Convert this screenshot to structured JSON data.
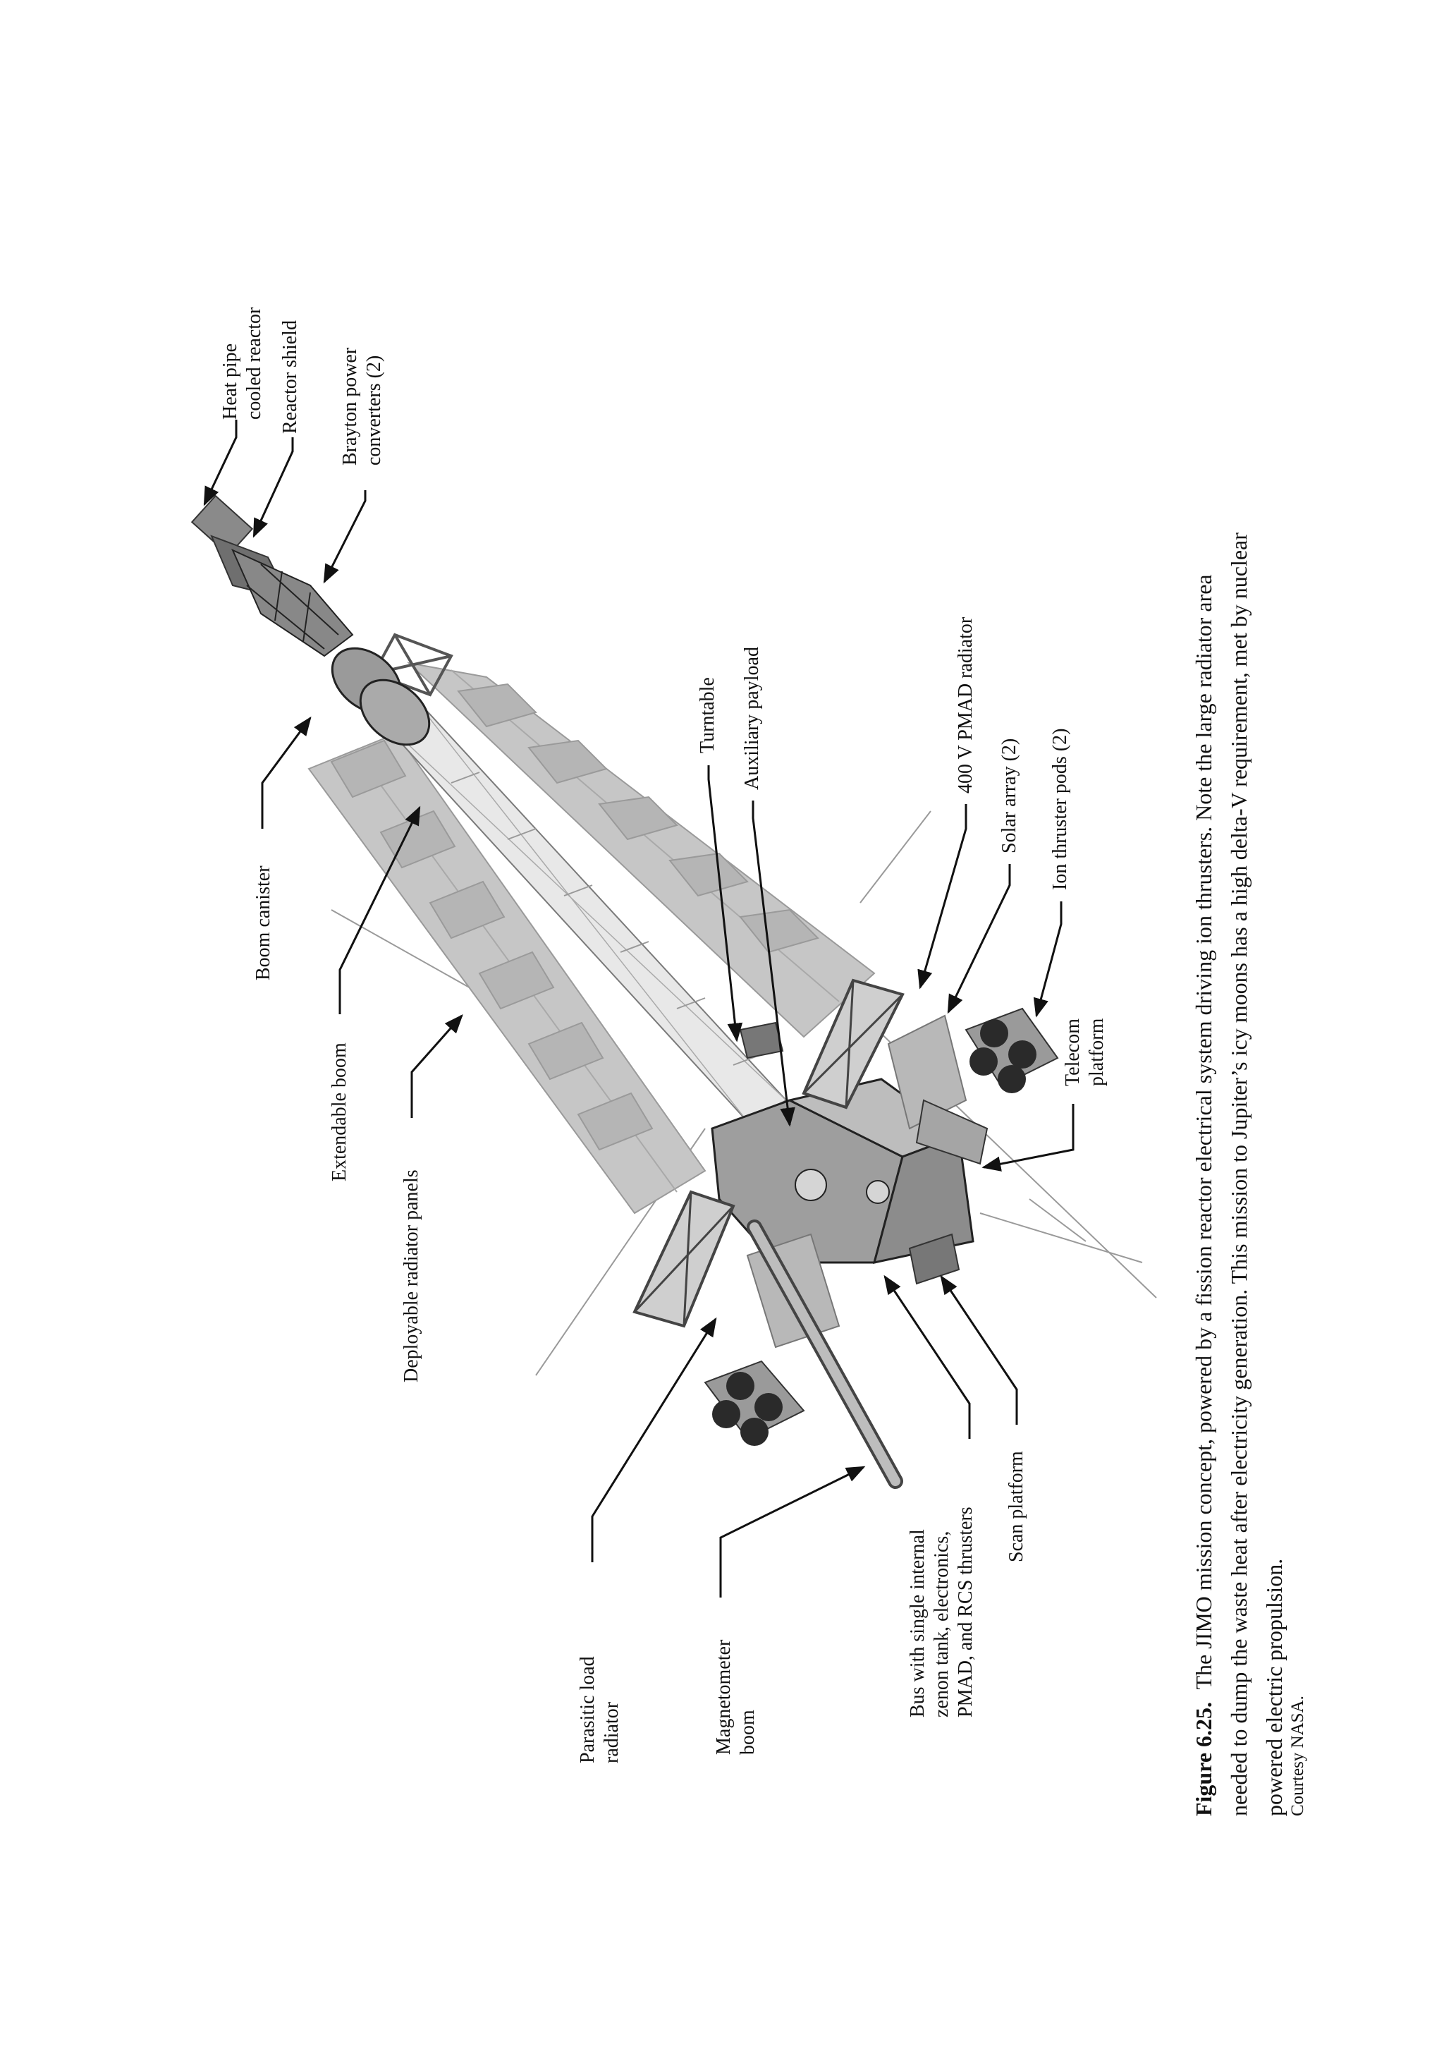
{
  "labels": {
    "heat_pipe": [
      "Heat pipe",
      "cooled reactor"
    ],
    "reactor_shield": "Reactor shield",
    "brayton": [
      "Brayton power",
      "converters (2)"
    ],
    "boom_canister": "Boom canister",
    "extendable_boom": "Extendable boom",
    "deployable_panels": "Deployable radiator panels",
    "turntable": "Turntable",
    "aux_payload": "Auxiliary payload",
    "pmad_radiator": "400 V PMAD radiator",
    "solar_array": "Solar array (2)",
    "ion_pods": "Ion thruster pods (2)",
    "telecom": [
      "Telecom",
      "platform"
    ],
    "parasitic": [
      "Parasitic load",
      "radiator"
    ],
    "magnetometer": [
      "Magnetometer",
      "boom"
    ],
    "bus": [
      "Bus with single internal",
      "zenon tank, electronics,",
      "PMAD, and RCS thrusters"
    ],
    "scan_platform": "Scan platform"
  },
  "caption": {
    "figure_label": "Figure 6.25.",
    "lines": [
      "The JIMO mission concept, powered by a fission reactor electrical system driving ion thrusters. Note the large radiator area",
      "needed to dump the waste heat after electricity generation. This mission to Jupiter’s icy moons has a high delta-V requirement, met by nuclear",
      "powered electric propulsion."
    ],
    "credit": "Courtesy NASA."
  }
}
